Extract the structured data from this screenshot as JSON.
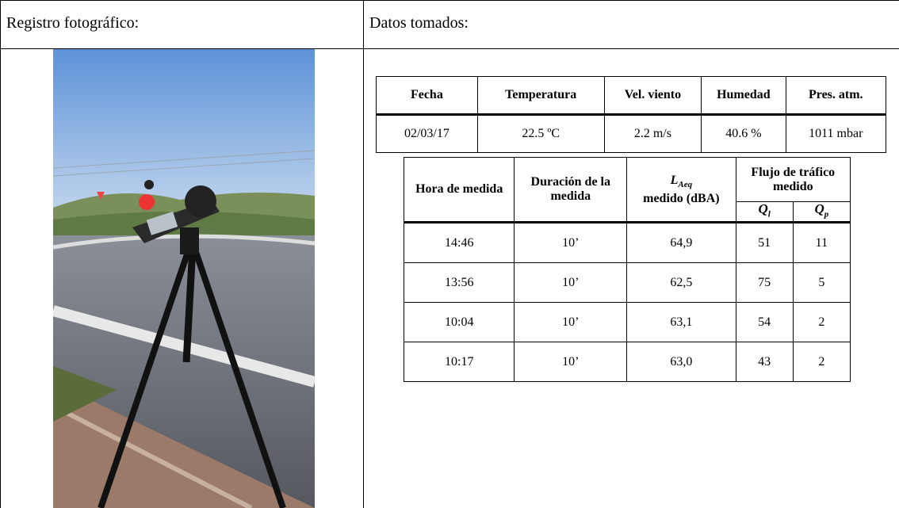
{
  "left_header": "Registro fotográfico:",
  "right_header": "Datos tomados:",
  "conditions": {
    "headers": [
      "Fecha",
      "Temperatura",
      "Vel. viento",
      "Humedad",
      "Pres. atm."
    ],
    "values": [
      "02/03/17",
      "22.5 ºC",
      "2.2 m/s",
      "40.6 %",
      "1011 mbar"
    ]
  },
  "measurements": {
    "col_hora": "Hora de medida",
    "col_duracion": "Duración de la medida",
    "col_laeq_main": "L",
    "col_laeq_sub": "Aeq",
    "col_laeq_rest": "medido (dBA)",
    "col_flujo": "Flujo de tráfico medido",
    "q_light": "Q",
    "q_light_sub": "l",
    "q_heavy": "Q",
    "q_heavy_sub": "p",
    "rows": [
      [
        "14:46",
        "10’",
        "64,9",
        "51",
        "11"
      ],
      [
        "13:56",
        "10’",
        "62,5",
        "75",
        "5"
      ],
      [
        "10:04",
        "10’",
        "63,1",
        "54",
        "2"
      ],
      [
        "10:17",
        "10’",
        "63,0",
        "43",
        "2"
      ]
    ]
  }
}
